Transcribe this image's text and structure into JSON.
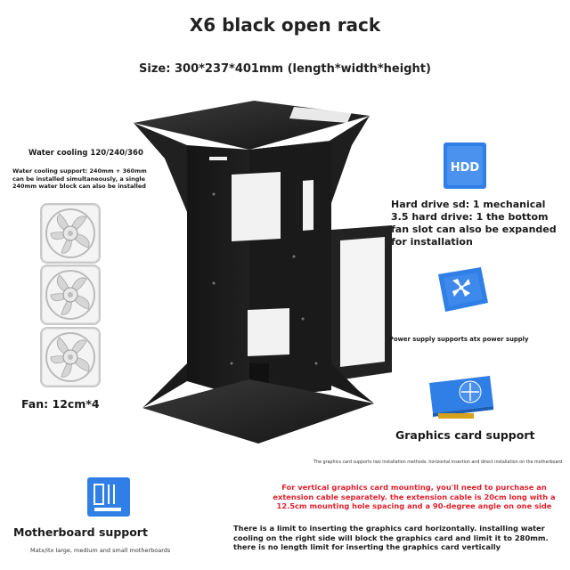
{
  "title": "X6 black open rack",
  "size": "Size: 300*237*401mm (length*width*height)",
  "water_cooling": {
    "title": "Water cooling 120/240/360",
    "description": "Water cooling support: 240mm + 360mm can be installed simultaneously, a single 240mm water block can also be installed"
  },
  "fans": {
    "label": "Fan: 12cm*4",
    "count_shown": 3
  },
  "hdd": {
    "icon_text": "HDD",
    "label": "Hard drive sd: 1 mechanical 3.5 hard drive: 1 the bottom fan slot can also be expanded for installation"
  },
  "psu": {
    "label": "Power supply supports atx power supply"
  },
  "gpu": {
    "label": "Graphics card support",
    "note": "The graphics card supports two installation methods: horizontal insertion and direct installation on the motherboard"
  },
  "vertical_note": "For vertical graphics card mounting, you'll need to purchase an extension cable separately. the extension cable is 20cm long with a 12.5cm mounting hole spacing and a 90-degree angle on one side",
  "motherboard": {
    "label": "Motherboard support",
    "sub": "Matx/itx large, medium and small motherboards"
  },
  "limit_note": "There is a limit to inserting the graphics card horizontally. installing water cooling on the right side will block the graphics card and limit it to 280mm. there is no length limit for inserting the graphics card vertically",
  "colors": {
    "icon_blue": "#2f7fe6",
    "warning_red": "#e0212e",
    "rack_black": "#1c1c1c"
  }
}
